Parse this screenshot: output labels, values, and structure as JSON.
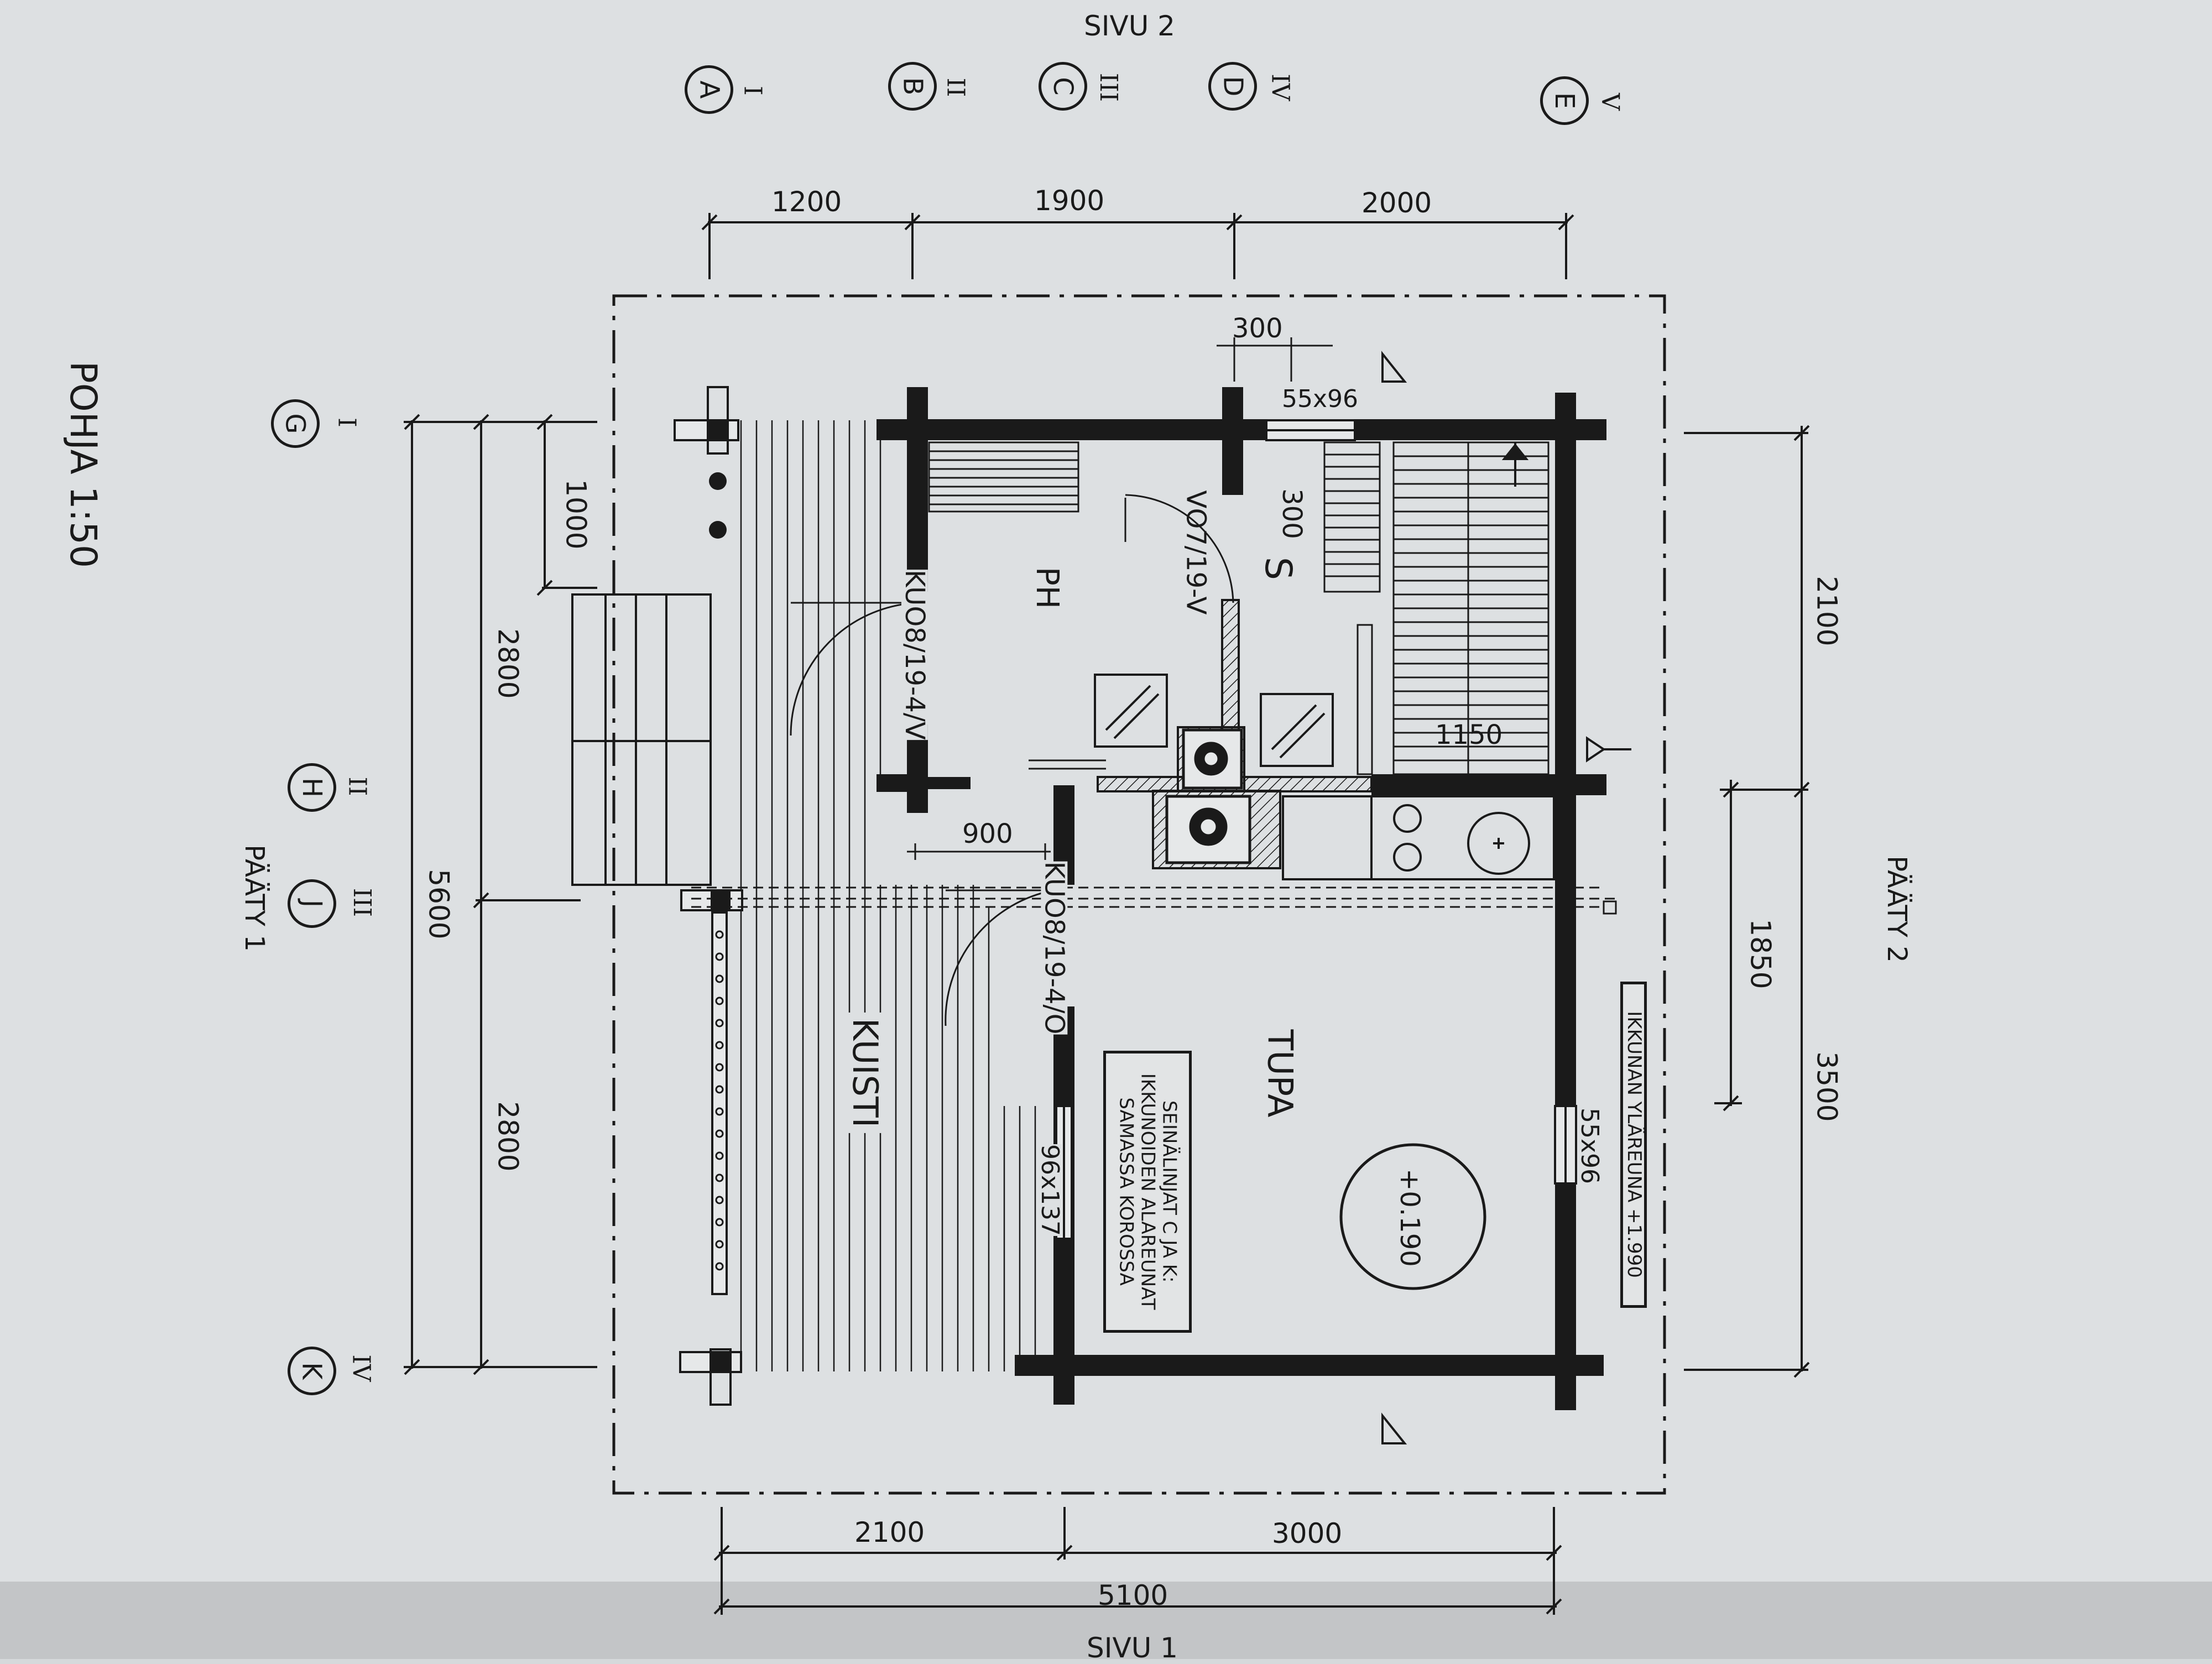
{
  "labels": {
    "sivu2": "SIVU 2",
    "sivu1": "SIVU 1",
    "pohja": "POHJA 1:50",
    "paaty1": "PÄÄTY 1",
    "paaty2": "PÄÄTY 2",
    "ph": "PH",
    "s": "S",
    "tupa": "TUPA",
    "kuisti": "KUISTI",
    "door_bath": "VO7/19-V",
    "door_ph": "KUO8/19-4/V",
    "door_tupa": "KUO8/19-4/O",
    "win_top": "55x96",
    "win_right": "55x96",
    "win_tupa": "96x137",
    "level": "+0.190",
    "window_top_note": "IKKUNAN YLÄREUNA +1.990",
    "seina_note": [
      "SEINÄLINJAT C JA K:",
      "IKKUNOIDEN ALAREUNAT",
      "SAMASSA KOROSSA"
    ]
  },
  "grid_top": [
    {
      "letter": "A",
      "roman": "I"
    },
    {
      "letter": "B",
      "roman": "II"
    },
    {
      "letter": "C",
      "roman": "III"
    },
    {
      "letter": "D",
      "roman": "IV"
    },
    {
      "letter": "E",
      "roman": "V"
    }
  ],
  "grid_left": [
    {
      "letter": "G",
      "roman": "I"
    },
    {
      "letter": "H",
      "roman": "II"
    },
    {
      "letter": "J",
      "roman": "III"
    },
    {
      "letter": "K",
      "roman": "IV"
    }
  ],
  "dims_top": [
    "1200",
    "1900",
    "2000"
  ],
  "dims_bottom": [
    "2100",
    "3000",
    "5100"
  ],
  "dims_left": [
    "1000",
    "2800",
    "2800",
    "5600"
  ],
  "dims_right": [
    "2100",
    "3500",
    "1850"
  ],
  "dims_inner": [
    "300",
    "300",
    "900",
    "1150"
  ]
}
